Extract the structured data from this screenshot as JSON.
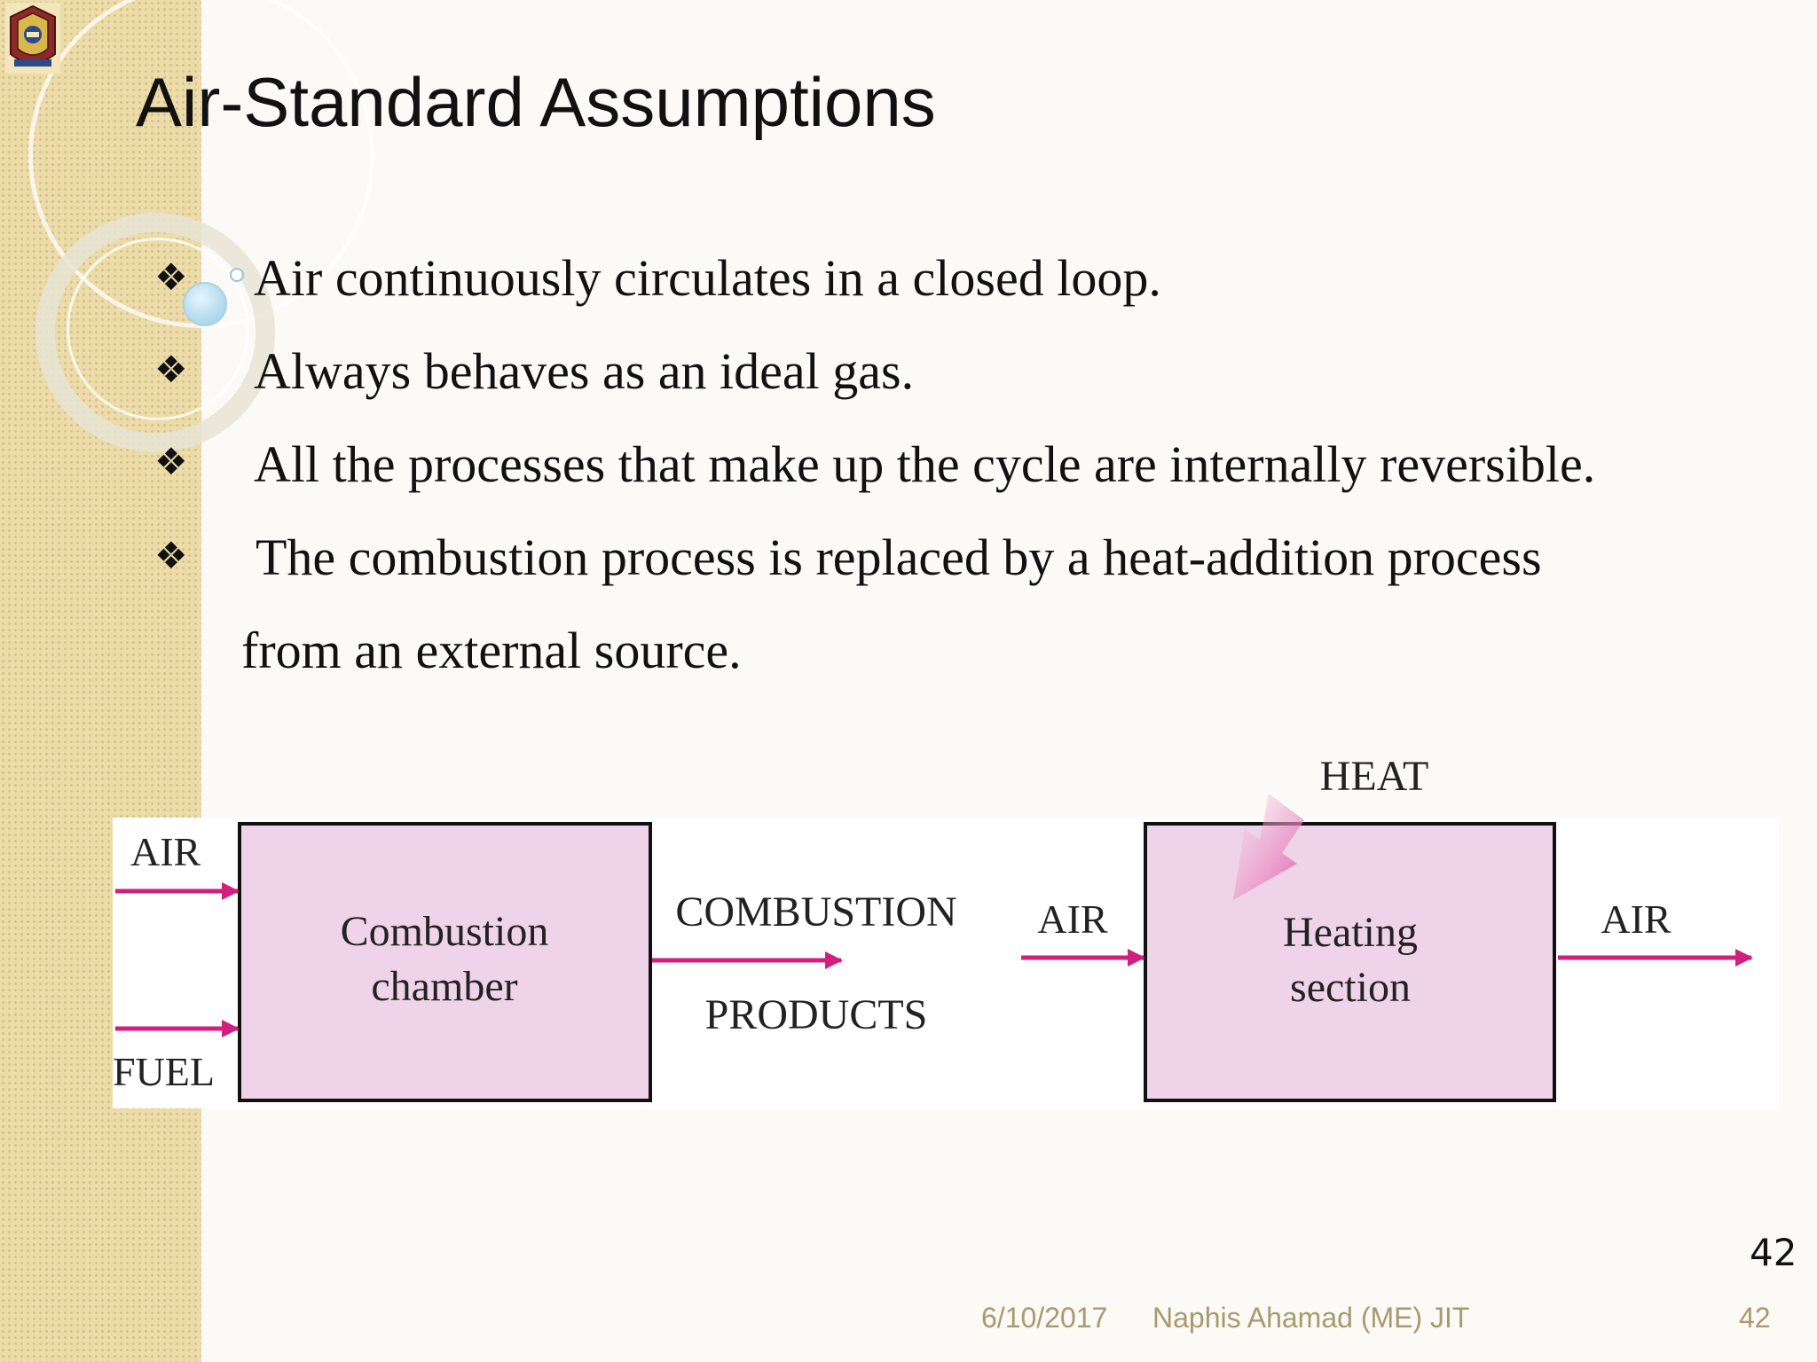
{
  "slide": {
    "title": "Air-Standard Assumptions",
    "bullets": [
      "Air continuously circulates in a closed loop.",
      "Always behaves as an ideal gas.",
      "All the processes that make up the cycle are internally reversible.",
      "The combustion process is replaced by a heat-addition process",
      "from an external source."
    ],
    "bullet_symbol": "❖",
    "slide_number": "42"
  },
  "diagram": {
    "left": {
      "air_in_label": "AIR",
      "fuel_in_label": "FUEL",
      "box_line1": "Combustion",
      "box_line2": "chamber",
      "out_line1": "COMBUSTION",
      "out_line2": "PRODUCTS"
    },
    "right": {
      "heat_label": "HEAT",
      "air_in_label": "AIR",
      "box_line1": "Heating",
      "box_line2": "section",
      "air_out_label": "AIR"
    },
    "colors": {
      "box_fill": "#efd3e8",
      "arrow": "#d11f7f",
      "heat_arrow": "#e47ab8"
    }
  },
  "footer": {
    "date": "6/10/2017",
    "author": "Naphis Ahamad (ME) JIT",
    "page": "42"
  },
  "colors": {
    "side_strip": "#ecdcaa",
    "footer_text": "#a89a6d",
    "bubble": "#b4dcef"
  }
}
